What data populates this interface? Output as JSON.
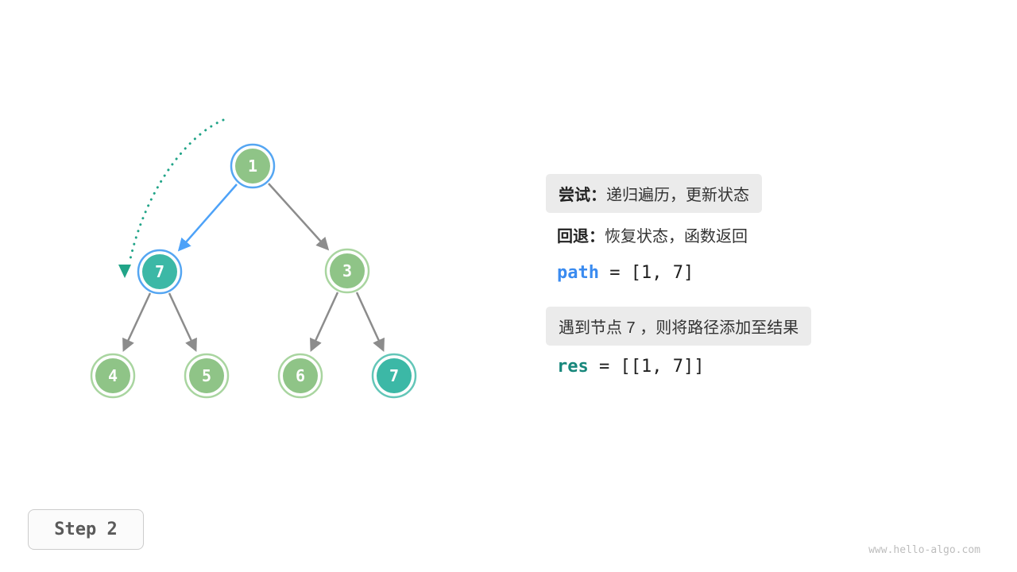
{
  "diagram": {
    "nodes": [
      {
        "value": "1"
      },
      {
        "value": "7"
      },
      {
        "value": "3"
      },
      {
        "value": "4"
      },
      {
        "value": "5"
      },
      {
        "value": "6"
      },
      {
        "value": "7"
      }
    ]
  },
  "panel": {
    "try_label": "尝试：",
    "try_text": "递归遍历，更新状态",
    "back_label": "回退：",
    "back_text": "恢复状态，函数返回",
    "path_name": "path",
    "path_rest": " = [1, 7]",
    "note_text": "遇到节点 7 ，则将路径添加至结果",
    "res_name": "res",
    "res_rest": " = [[1, 7]]"
  },
  "step_label": "Step 2",
  "watermark": "www.hello-algo.com",
  "colors": {
    "node_green": "#8FC487",
    "node_teal": "#3CB8A6",
    "ring_green": "#A9D5A0",
    "ring_blue": "#55A6F2",
    "ring_teal": "#63C6B8",
    "edge_gray": "#8C8C8C",
    "edge_blue": "#4DA2F8",
    "trace_green": "#21A488",
    "path_blue": "#3A8BF0",
    "res_teal": "#17877B"
  }
}
